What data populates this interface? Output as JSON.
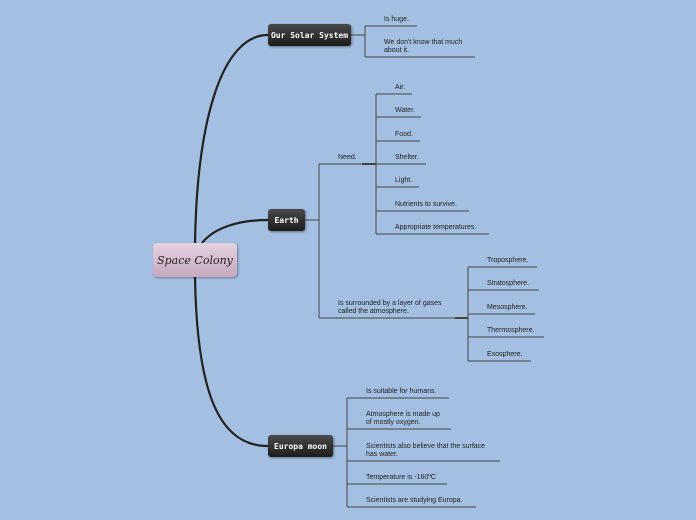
{
  "central_topic": "Space Colony",
  "branches": [
    {
      "title": "Our Solar System",
      "items": [
        "Is huge.",
        "We don't know that much\nabout it."
      ]
    },
    {
      "title": "Earth",
      "need_label": "Need.",
      "needs": [
        "Air.",
        "Water.",
        "Food.",
        "Shelter.",
        "Light.",
        "Nutrients to survive.",
        "Appropriate temperatures."
      ],
      "atmosphere_label": "Is surrounded by a layer of gases\ncalled the atmosphere.",
      "layers": [
        "Troposphere.",
        "Stratosphere.",
        "Mesosphere.",
        "Thermosphere.",
        "Exosphere."
      ]
    },
    {
      "title": "Europa moon",
      "items": [
        "Is suitable for humans.",
        "Atmosphere is made up\nof mostly oxygen.",
        "Scientists also believe that the surface\nhas water.",
        "Temperature is -160ºC",
        "Scientists are studying Europa."
      ]
    }
  ]
}
